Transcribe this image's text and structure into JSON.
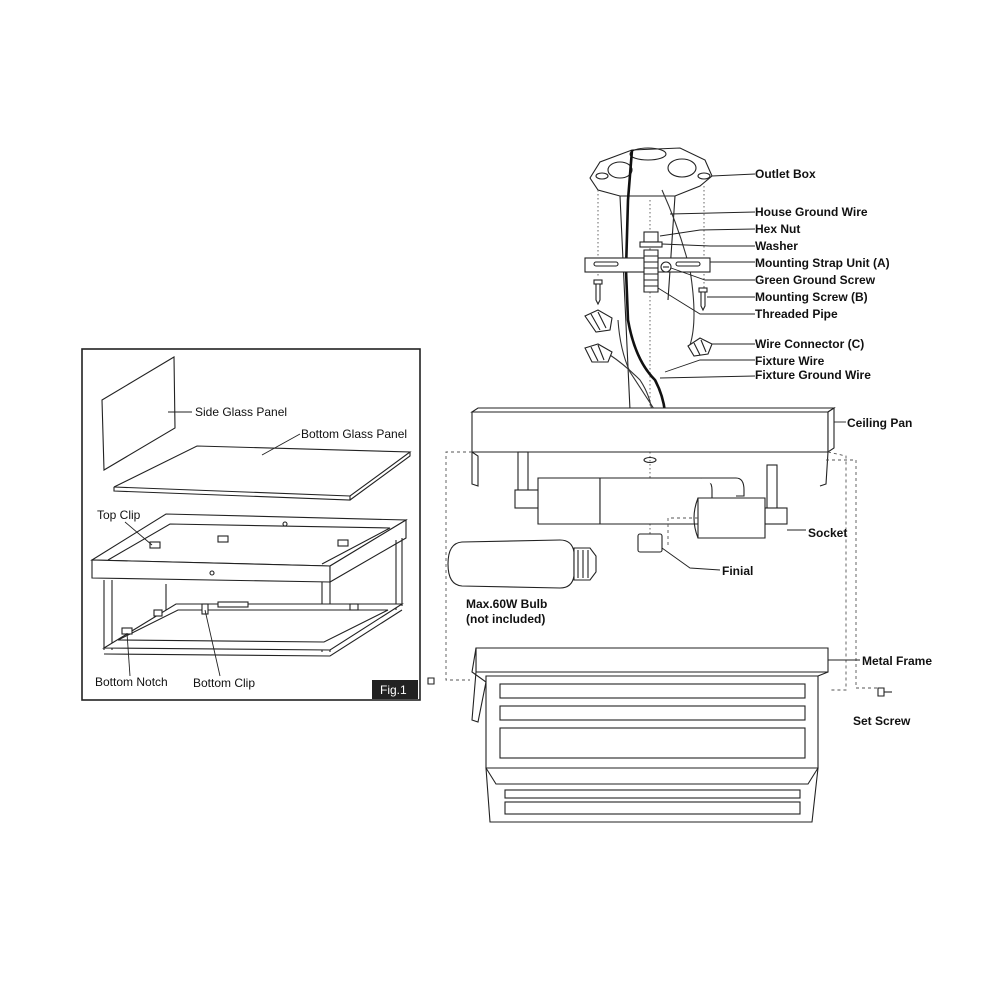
{
  "labels": {
    "outlet_box": "Outlet Box",
    "house_ground_wire": "House Ground Wire",
    "hex_nut": "Hex Nut",
    "washer": "Washer",
    "mounting_strap_unit": "Mounting Strap Unit (A)",
    "green_ground_screw": "Green Ground Screw",
    "mounting_screw": "Mounting Screw (B)",
    "threaded_pipe": "Threaded Pipe",
    "wire_connector": "Wire Connector (C)",
    "fixture_wire": "Fixture Wire",
    "fixture_ground_wire": "Fixture Ground Wire",
    "ceiling_pan": "Ceiling Pan",
    "socket": "Socket",
    "finial": "Finial",
    "bulb_line1": "Max.60W Bulb",
    "bulb_line2": "(not included)",
    "metal_frame": "Metal Frame",
    "set_screw": "Set Screw"
  },
  "inset": {
    "side_glass_panel": "Side Glass Panel",
    "bottom_glass_panel": "Bottom Glass Panel",
    "top_clip": "Top Clip",
    "bottom_notch": "Bottom Notch",
    "bottom_clip": "Bottom Clip",
    "fig_label": "Fig.1"
  }
}
